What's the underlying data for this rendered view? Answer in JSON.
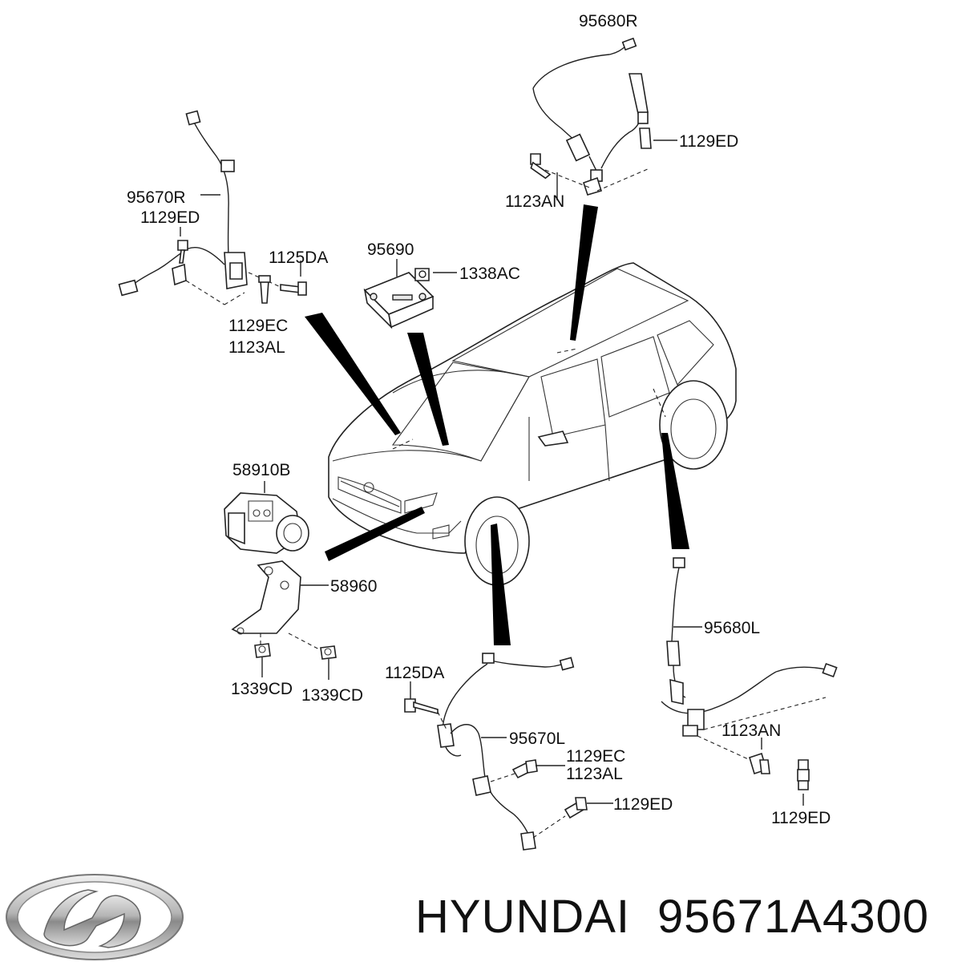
{
  "labels": {
    "p95680R": "95680R",
    "p1129ED_tr": "1129ED",
    "p1123AN_tr": "1123AN",
    "p95670R": "95670R",
    "p1129ED_tl": "1129ED",
    "p1125DA_tl": "1125DA",
    "p1129EC_tl": "1129EC",
    "p1123AL_tl": "1123AL",
    "p95690": "95690",
    "p1338AC": "1338AC",
    "p58910B": "58910B",
    "p58960": "58960",
    "p1339CD_a": "1339CD",
    "p1339CD_b": "1339CD",
    "p1125DA_bl": "1125DA",
    "p95670L": "95670L",
    "p1129EC_bl": "1129EC",
    "p1123AL_bl": "1123AL",
    "p1129ED_bl": "1129ED",
    "p95680L": "95680L",
    "p1123AN_br": "1123AN",
    "p1129ED_br": "1129ED"
  },
  "footer": {
    "brand": "HYUNDAI",
    "part_number": "95671A4300"
  },
  "icons": {
    "logo": "hyundai-logo"
  }
}
